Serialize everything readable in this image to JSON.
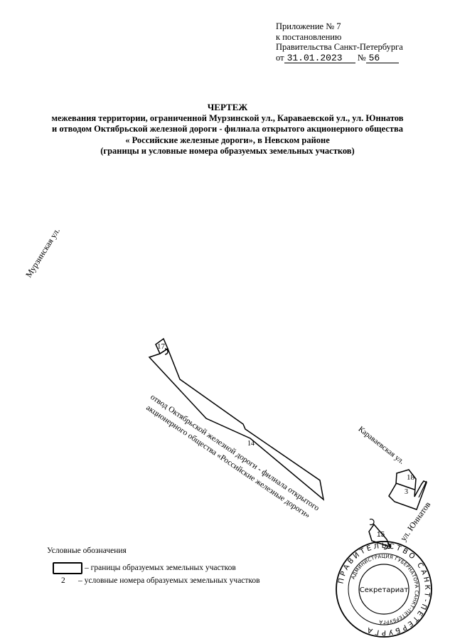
{
  "appendix": {
    "line1": "Приложение № 7",
    "line2": "к постановлению",
    "line3": "Правительства Санкт-Петербурга",
    "date_prefix": "от",
    "date": "31.01.2023",
    "number_prefix": "№",
    "number": "56"
  },
  "title": {
    "heading": "ЧЕРТЕЖ",
    "line1_bold": "межевания территории,",
    "line1_rest": " ограниченной Мурзинской ул., Караваевской ул., ул. Юннатов",
    "line2": "и отводом Октябрьской железной дороги - филиала открытого акционерного общества",
    "line3": "« Российские железные дороги»,  в Невском районе",
    "line4": "(границы и  условные номера образуемых земельных участков)"
  },
  "map": {
    "streets": {
      "murzinskaya": "Мурзинская ул.",
      "karavaevskaya": "Караваевская ул.",
      "yunnatov": "ул. Юннатов"
    },
    "railway_label_line1": "отвод Октябрьской железной дороги - филиала открытого",
    "railway_label_line2": "акционерного общества «Российские железные дороги»",
    "parcels": [
      {
        "id": "17",
        "label": "17"
      },
      {
        "id": "14",
        "label": "14"
      },
      {
        "id": "18",
        "label": "18"
      },
      {
        "id": "3",
        "label": "3"
      },
      {
        "id": "15",
        "label": "15"
      }
    ]
  },
  "legend": {
    "title": "Условные обозначения",
    "boundary_desc": "– границы образуемых земельных участков",
    "number_sample": "2",
    "number_desc": "– условные номера образуемых земельных участков"
  },
  "stamp": {
    "outer_text": "ПРАВИТЕЛЬСТВО САНКТ-ПЕТЕРБУРГА",
    "inner_text": "АДМИНИСТРАЦИЯ ГУБЕРНАТОРА САНКТ-ПЕТЕРБУРГА",
    "center": "Секретариат"
  }
}
